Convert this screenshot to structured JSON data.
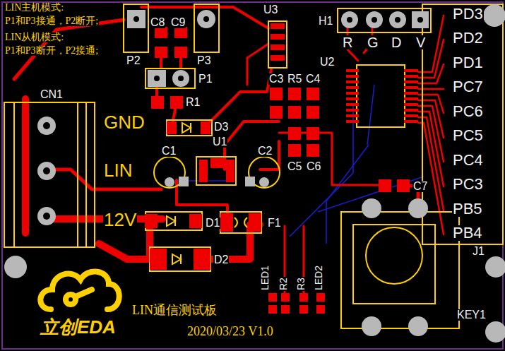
{
  "diagram": {
    "labels": [
      "LIN主机模式:",
      "P1和P3接通，P2断开;",
      "LIN从机模式:",
      "P1和P3断开，P2接通;",
      "C8",
      "C9",
      "P2",
      "P3",
      "U3",
      "H1",
      "R",
      "G",
      "D",
      "V",
      "PD3",
      "PD2",
      "PD1",
      "PC7",
      "PC6",
      "PC5",
      "PC4",
      "PC3",
      "PB5",
      "PB4",
      "J1",
      "P1",
      "U2",
      "C3",
      "R5",
      "C4",
      "CN1",
      "R1",
      "GND",
      "D3",
      "U1",
      "C1",
      "C2",
      "C5",
      "C6",
      "C7",
      "LIN",
      "12V",
      "D1",
      "F1",
      "D2",
      "LED1",
      "R2",
      "R3",
      "LED2",
      "立创EDA",
      "LIN通信测试板",
      "2020/03/23 V1.0",
      "KEY1"
    ]
  }
}
